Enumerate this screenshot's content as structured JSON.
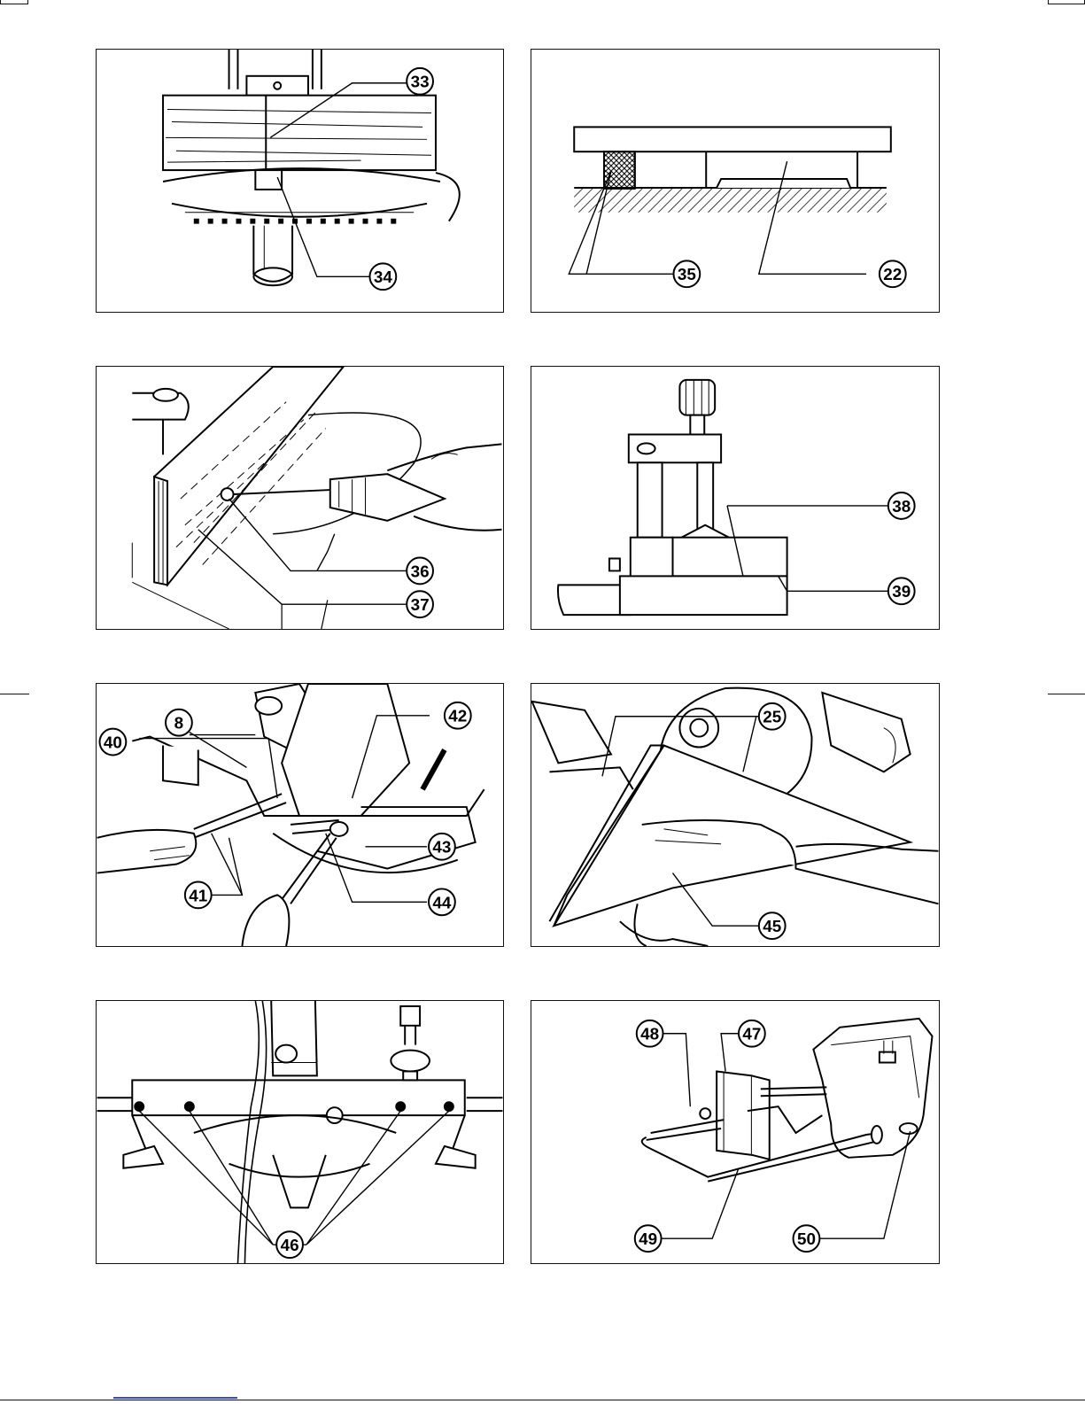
{
  "figures": [
    {
      "id": "fig-1",
      "callouts": [
        "33",
        "34"
      ]
    },
    {
      "id": "fig-2",
      "callouts": [
        "35",
        "22"
      ]
    },
    {
      "id": "fig-3",
      "callouts": [
        "36",
        "37"
      ]
    },
    {
      "id": "fig-4",
      "callouts": [
        "38",
        "39"
      ]
    },
    {
      "id": "fig-5",
      "callouts": [
        "8",
        "40",
        "41",
        "42",
        "43",
        "44"
      ]
    },
    {
      "id": "fig-6",
      "callouts": [
        "25",
        "45"
      ]
    },
    {
      "id": "fig-7",
      "callouts": [
        "46"
      ]
    },
    {
      "id": "fig-8",
      "callouts": [
        "48",
        "47",
        "49",
        "50"
      ]
    }
  ]
}
